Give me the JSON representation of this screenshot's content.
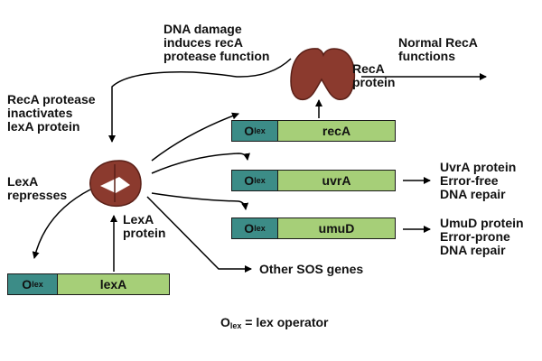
{
  "labels": {
    "dna_damage": [
      "DNA damage",
      "induces recA",
      "protease function"
    ],
    "normal_reca": [
      "Normal RecA",
      "functions"
    ],
    "reca_protein": [
      "RecA",
      "protein"
    ],
    "reca_protease": [
      "RecA protease",
      "inactivates",
      "lexA protein"
    ],
    "lexa_represses": [
      "LexA",
      "represses"
    ],
    "lexa_protein": [
      "LexA",
      "protein"
    ],
    "uvra_outcome": [
      "UvrA protein",
      "Error-free",
      "DNA repair"
    ],
    "umud_outcome": [
      "UmuD protein",
      "Error-prone",
      "DNA repair"
    ],
    "other_sos": "Other SOS genes"
  },
  "operator": {
    "main": "O",
    "sub": "lex"
  },
  "genes": {
    "recA": "recA",
    "uvrA": "uvrA",
    "umuD": "umuD",
    "lexA": "lexA"
  },
  "legend": {
    "main": "O",
    "sub": "lex",
    "rest": "=  lex operator"
  },
  "colors": {
    "operator": "#3c8c87",
    "gene": "#a6cf78",
    "protein": "#8b3a2e",
    "arrow": "#000000"
  }
}
